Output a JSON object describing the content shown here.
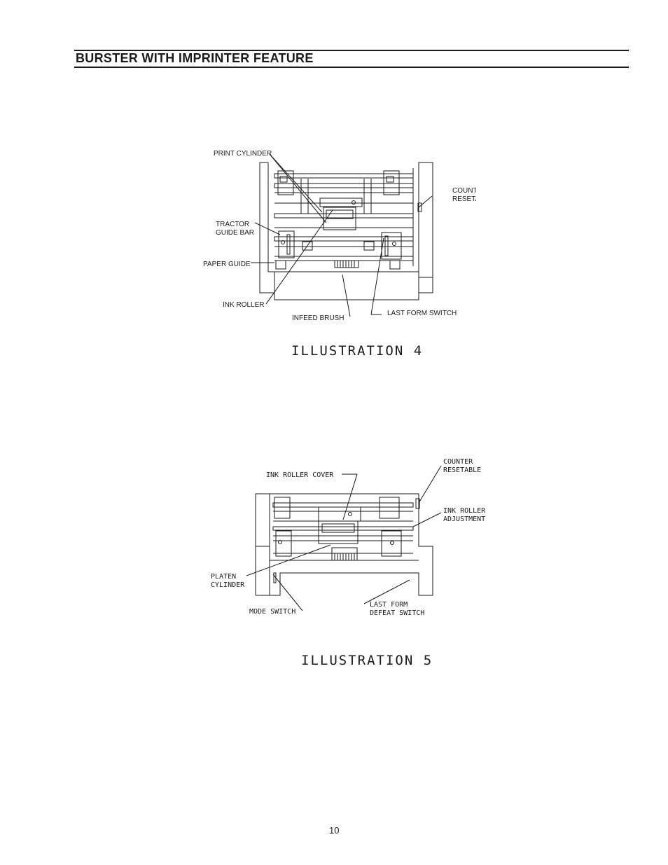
{
  "header": {
    "title": "BURSTER WITH IMPRINTER FEATURE"
  },
  "illustration4": {
    "caption": "ILLUSTRATION 4",
    "labels": {
      "print_cylinder": "PRINT CYLINDER",
      "counter": "COUNTER",
      "resetable": "RESETABLE",
      "tractor": "TRACTOR",
      "guide_bar": "GUIDE BAR",
      "paper_guide": "PAPER GUIDE",
      "ink_roller": "INK ROLLER",
      "infeed_brush": "INFEED BRUSH",
      "last_form_switch": "LAST FORM SWITCH"
    }
  },
  "illustration5": {
    "caption": "ILLUSTRATION 5",
    "labels": {
      "ink_roller_cover": "INK ROLLER COVER",
      "counter": "COUNTER",
      "resetable": "RESETABLE",
      "ink_roller": "INK ROLLER",
      "adjustment": "ADJUSTMENT",
      "platen": "PLATEN",
      "cylinder": "CYLINDER",
      "mode_switch": "MODE SWITCH",
      "last_form": "LAST FORM",
      "defeat_switch": "DEFEAT SWITCH"
    }
  },
  "footer": {
    "page_number": "10"
  }
}
